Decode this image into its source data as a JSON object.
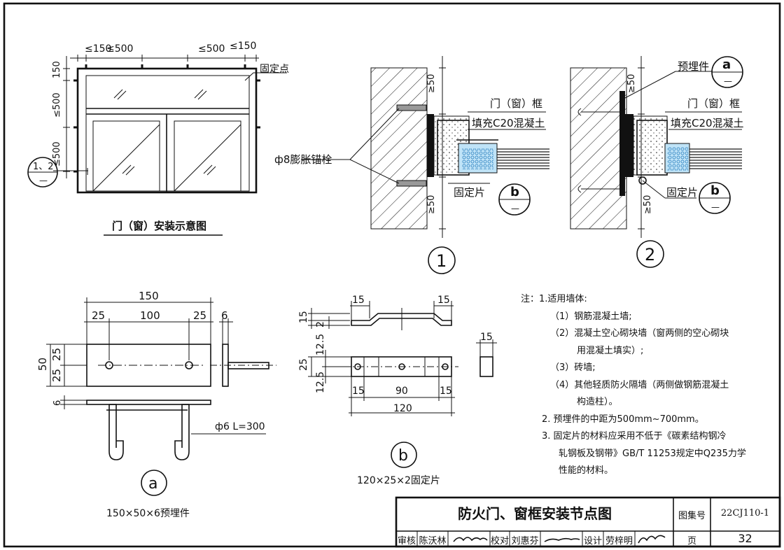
{
  "sketch": {
    "title": "门（窗）安装示意图",
    "fixing_point": "固定点",
    "dim_top": [
      "≤150",
      "≤500",
      "≤500",
      "≤150"
    ],
    "dim_left": [
      "150",
      "≤500",
      "≤500"
    ],
    "ref_callout": {
      "top": "1、2",
      "bottom": "—"
    }
  },
  "detail1": {
    "number": "1",
    "frame": "门（窗）框",
    "fill": "填充C20混凝土",
    "bolt": "ф8膨胀锚栓",
    "clip": "固定片",
    "dim": [
      "≥50",
      "≥50"
    ],
    "ref_b": {
      "top": "b",
      "bottom": "—"
    }
  },
  "detail2": {
    "number": "2",
    "embed": "预埋件",
    "frame": "门（窗）框",
    "fill": "填充C20混凝土",
    "clip": "固定片",
    "dim": [
      "≥50",
      "≥50"
    ],
    "ref_a": {
      "top": "a",
      "bottom": "—"
    },
    "ref_b": {
      "top": "b",
      "bottom": "—"
    }
  },
  "part_a": {
    "letter": "a",
    "caption": "150×50×6预埋件",
    "dims": [
      "150",
      "25",
      "100",
      "25",
      "6",
      "50",
      "25",
      "25",
      "6"
    ],
    "bar": "ф6 L=300"
  },
  "part_b": {
    "letter": "b",
    "caption": "120×25×2固定片",
    "dims": [
      "15",
      "15",
      "15",
      "2",
      "25",
      "12.5",
      "12.5",
      "15",
      "90",
      "15",
      "120",
      "15"
    ]
  },
  "notes": {
    "lines": [
      "注：1.适用墙体:",
      "（1）钢筋混凝土墙;",
      "（2）混凝土空心砌块墙（窗两侧的空心砌块",
      "用混凝土填实）;",
      "（3）砖墙;",
      "（4）其他轻质防火隔墙（两侧做钢筋混凝土",
      "构造柱）。",
      "2. 预埋件的中距为500mm~700mm。",
      "3. 固定片的材料应采用不低于《碳素结构钢冷",
      "轧钢板及钢带》GB/T 11253规定中Q235力学",
      "性能的材料。"
    ]
  },
  "title_block": {
    "title": "防火门、窗框安装节点图",
    "atlas_label": "图集号",
    "atlas_no": "22CJ110-1",
    "review_label": "审核",
    "reviewer": "陈沃林",
    "check_label": "校对",
    "checker": "刘惠芬",
    "design_label": "设计",
    "designer": "劳梓明",
    "page_label": "页",
    "page_no": "32"
  }
}
